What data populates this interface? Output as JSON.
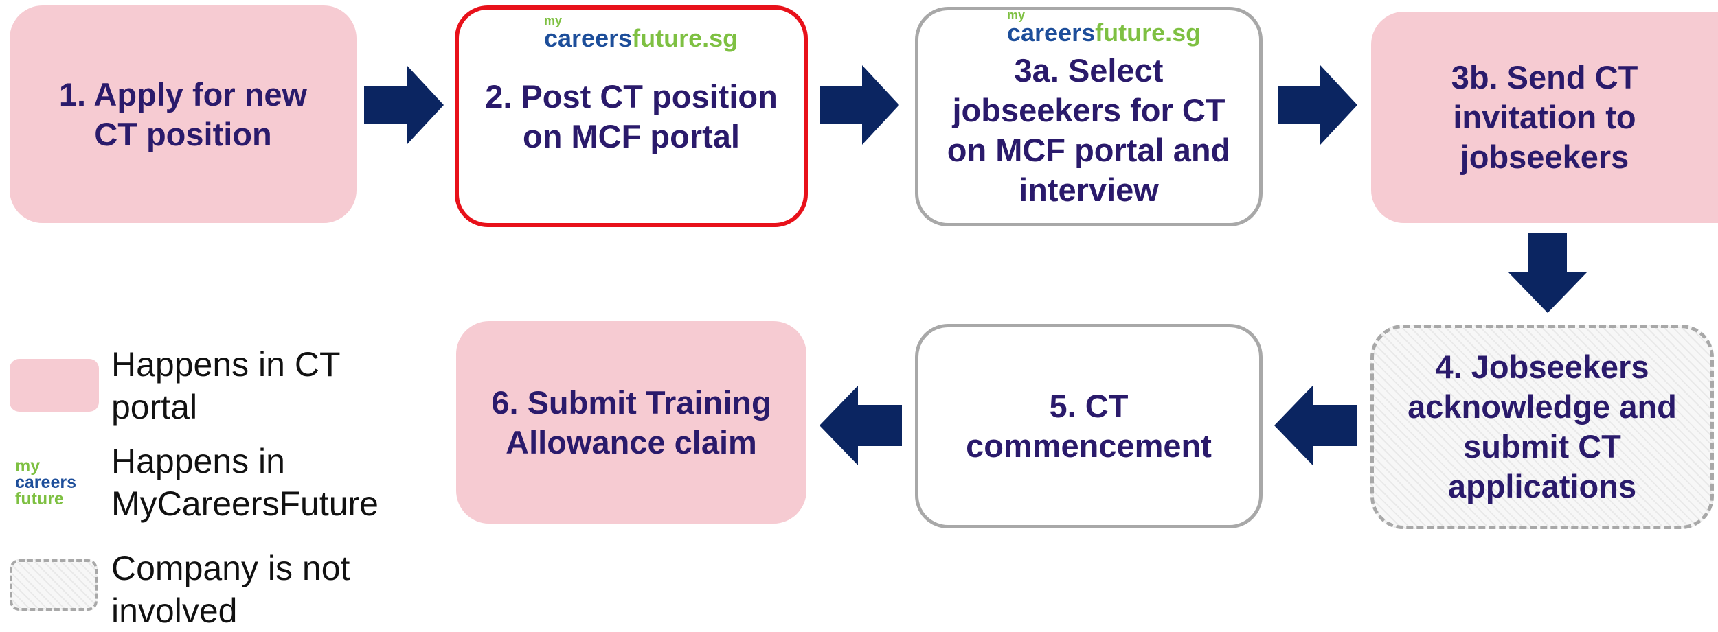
{
  "steps": [
    {
      "label": "1. Apply for new\nCT position"
    },
    {
      "label": "2. Post CT position\non MCF portal"
    },
    {
      "label": "3a. Select\njobseekers for CT\non MCF portal and\ninterview"
    },
    {
      "label": "3b. Send CT\ninvitation to\njobseekers"
    },
    {
      "label": "4. Jobseekers\nacknowledge and\nsubmit CT\napplications"
    },
    {
      "label": "5. CT\ncommencement"
    },
    {
      "label": "6. Submit Training\nAllowance claim"
    }
  ],
  "logo": {
    "my": "my",
    "careers": "careers",
    "future": "future.sg"
  },
  "legend": {
    "ct_portal": "Happens in CT\nportal",
    "mcf": "Happens in\nMyCareersFuture",
    "not_involved": "Company is not\ninvolved",
    "logo_lines": [
      "my",
      "careers",
      "future"
    ]
  },
  "colors": {
    "pink": "#f6cbd2",
    "arrow": "#0b2561",
    "text": "#2a1a6b",
    "highlight_border": "#e8111a",
    "gray_border": "#a8a8a8",
    "logo_blue": "#1d4e9a",
    "logo_green": "#7ec042"
  }
}
